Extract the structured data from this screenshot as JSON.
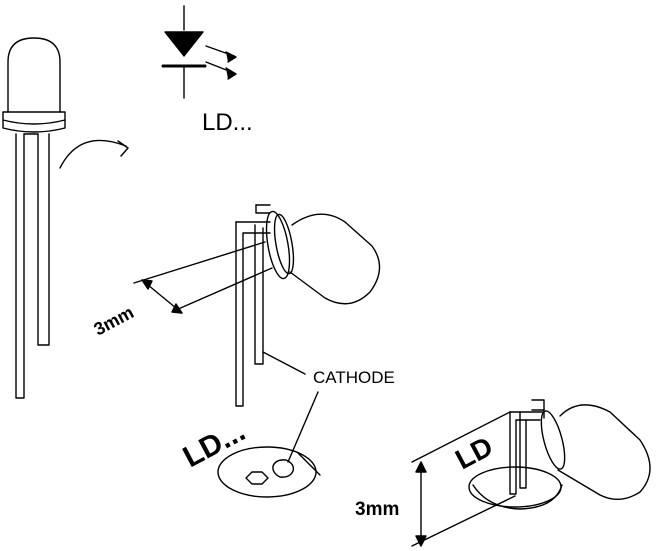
{
  "labels": {
    "symbol_part": "LD...",
    "cathode": "CATHODE",
    "board_marking": "LD...",
    "board_marking_2": "LD",
    "dim_lead_offset": "3mm",
    "dim_height": "3mm"
  },
  "colors": {
    "ink": "#000000",
    "paper": "#ffffff"
  }
}
